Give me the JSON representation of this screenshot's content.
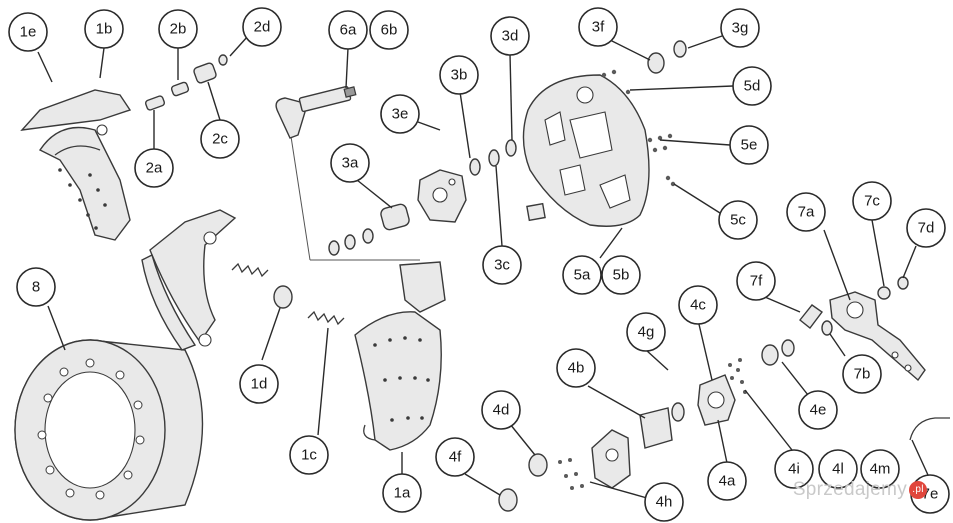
{
  "labels": {
    "1e": "1e",
    "1b": "1b",
    "2b": "2b",
    "2d": "2d",
    "2a": "2a",
    "2c": "2c",
    "6a": "6a",
    "6b": "6b",
    "3d": "3d",
    "3f": "3f",
    "3g": "3g",
    "3b": "3b",
    "3e": "3e",
    "5d": "5d",
    "5e": "5e",
    "3a": "3a",
    "5c": "5c",
    "3c": "3c",
    "5a": "5a",
    "5b": "5b",
    "7a": "7a",
    "7c": "7c",
    "7d": "7d",
    "8": "8",
    "7f": "7f",
    "4c": "4c",
    "4g": "4g",
    "1d": "1d",
    "7b": "7b",
    "4b": "4b",
    "4e": "4e",
    "4d": "4d",
    "1c": "1c",
    "4a": "4a",
    "4i": "4i",
    "4l": "4l",
    "4m": "4m",
    "4f": "4f",
    "1a": "1a",
    "4h": "4h",
    "7e": "7e"
  },
  "watermark": {
    "text": "Sprzedajemy",
    "badge": ".pl"
  },
  "colors": {
    "line": "#2a2a2a",
    "part_fill": "#e9e9e9",
    "watermark": "#c9c9c9",
    "badge": "#e0463c"
  }
}
